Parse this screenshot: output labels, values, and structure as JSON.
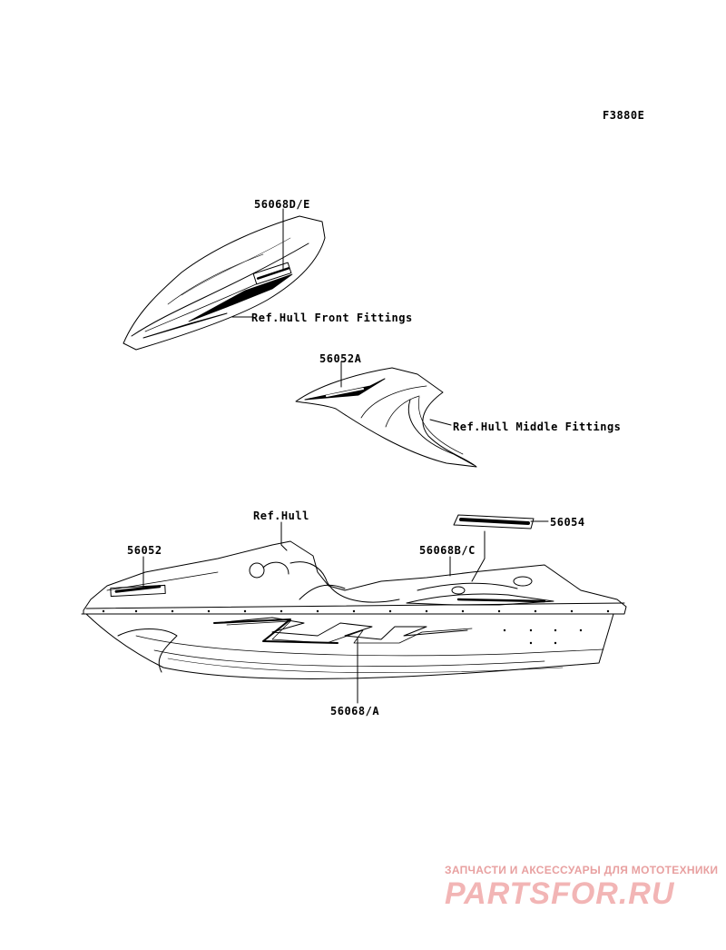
{
  "diagram": {
    "code": "F3880E",
    "labels": {
      "front_part": "56068D/E",
      "front_ref": "Ref.Hull Front Fittings",
      "middle_part": "56052A",
      "middle_ref": "Ref.Hull Middle Fittings",
      "hull_ref": "Ref.Hull",
      "hull_left_part": "56052",
      "hull_stripe_part": "56068B/C",
      "hull_top_part": "56054",
      "hull_side_part": "56068/A"
    },
    "line_color": "#000000"
  },
  "watermark": {
    "subtitle": "ЗАПЧАСТИ И АКСЕССУАРЫ ДЛЯ МОТОТЕХНИКИ",
    "brand": "PARTSFOR.RU",
    "color": "#e8a0a0"
  }
}
